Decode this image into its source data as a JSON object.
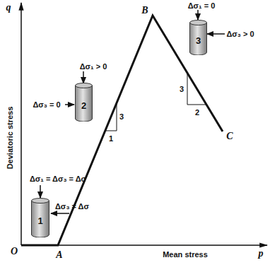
{
  "diagram": {
    "nodes": [
      {
        "text": [
          "1"
        ]
      },
      {
        "text": [
          "2"
        ]
      },
      {
        "text": [
          "3"
        ]
      }
    ],
    "labels": [
      "q",
      "Deviatoric stress",
      "O",
      "A",
      "Mean stress",
      "p",
      "B",
      "C",
      "3",
      "1",
      "3",
      "2",
      "Δσ₁ = Δσ₃ = Δσ",
      "Δσ₃ = Δσ",
      "Δσ₁ > 0",
      "Δσ₃ = 0",
      "Δσ₁ = 0",
      "Δσ₃ > 0"
    ]
  }
}
